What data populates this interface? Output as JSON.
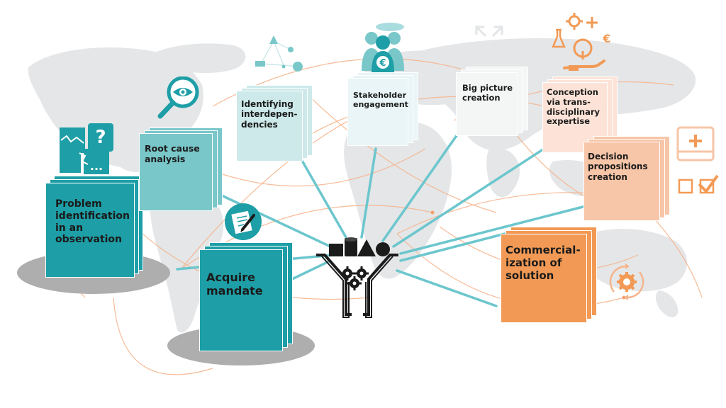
{
  "colors": {
    "teal_dark": "#1e9ea6",
    "teal_mid": "#79c7c9",
    "teal_light": "#cde9ea",
    "teal_pale": "#e9f5f6",
    "grey_pale": "#f4f5f5",
    "peach_light": "#fde3d7",
    "peach": "#f7c5a7",
    "orange": "#f29a55",
    "connector": "#6cc6cd",
    "map": "#e4e6e8",
    "route": "#f6b48c",
    "shadow": "#a9a9a9"
  },
  "steps": [
    {
      "id": "problem",
      "label": "Problem\nidentification\nin an\nobservation",
      "icon": "puzzle-question-icon"
    },
    {
      "id": "root-cause",
      "label": "Root cause\nanalysis",
      "icon": "magnifier-eye-icon"
    },
    {
      "id": "interdependencies",
      "label": "Identifying\ninterdepen-\ndencies",
      "icon": "network-shapes-icon"
    },
    {
      "id": "stakeholder",
      "label": "Stakeholder\nengagement",
      "icon": "people-euro-icon"
    },
    {
      "id": "big-picture",
      "label": "Big picture\ncreation",
      "icon": "expand-arrows-icon"
    },
    {
      "id": "conception",
      "label": "Conception\nvia trans-\ndisciplinary\nexpertise",
      "icon": "idea-hand-icon"
    },
    {
      "id": "decision",
      "label": "Decision\npropositions\ncreation",
      "icon": "decision-checkbox-icon"
    },
    {
      "id": "commercialization",
      "label": "Commercial-\nization of\nsolution",
      "icon": "gear-cycle-icon"
    },
    {
      "id": "mandate",
      "label": "Acquire\nmandate",
      "icon": "contract-pen-icon"
    }
  ],
  "hub": {
    "icon": "funnel-gears-icon"
  },
  "extra_icons": {
    "euro": "€",
    "question": "?",
    "dots": "..."
  }
}
